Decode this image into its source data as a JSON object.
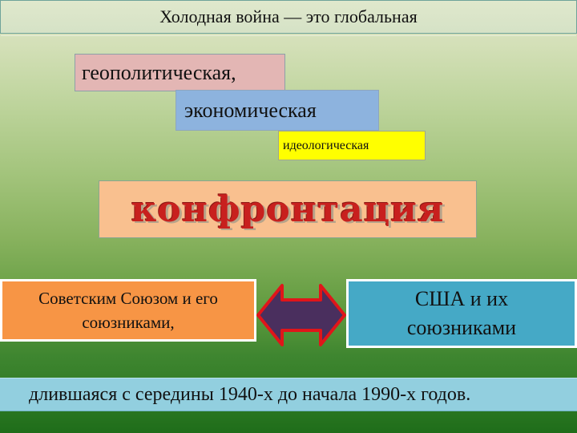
{
  "slide": {
    "title": "Холодная война —  это глобальная",
    "aspects": [
      {
        "label": "геополитическая,",
        "color": "#e3b6b4"
      },
      {
        "label": "экономическая",
        "color": "#8db3de"
      },
      {
        "label": "идеологическая",
        "color": "#ffff00"
      }
    ],
    "keyword": "конфронтация",
    "sides": {
      "left": {
        "line1": "Советским Союзом и его",
        "line2": "союзниками,",
        "color": "#f79545"
      },
      "right": {
        "line1": "США и их",
        "line2": "союзниками",
        "color": "#45a9c6"
      },
      "connector_icon": "double-arrow-icon"
    },
    "footer": "длившаяся с середины 1940-х до начала 1990-х годов."
  }
}
